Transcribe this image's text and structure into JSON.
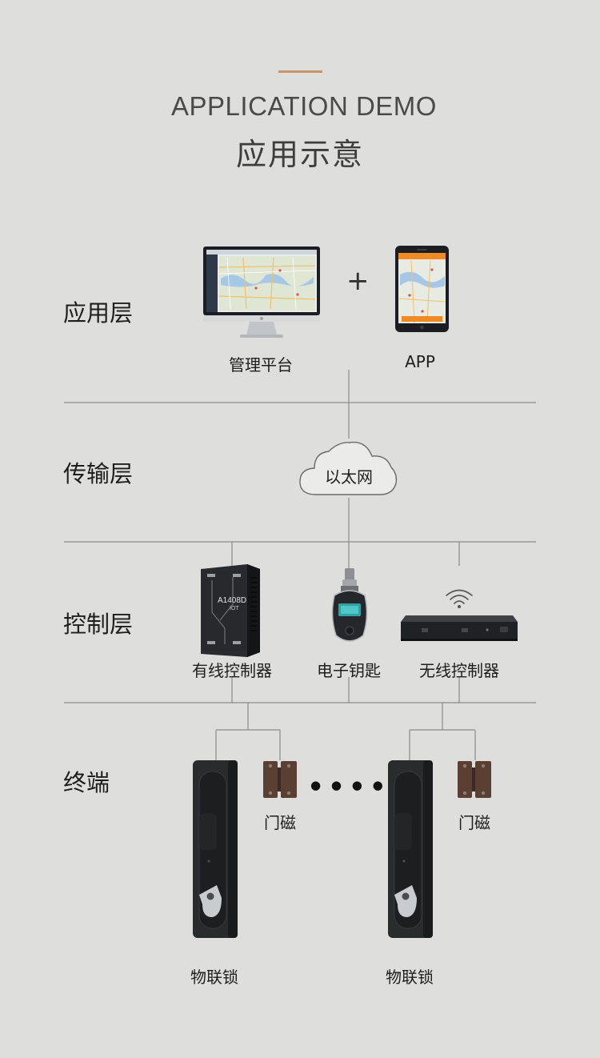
{
  "header": {
    "title_en": "APPLICATION DEMO",
    "title_cn": "应用示意",
    "accent_color": "#c8956a"
  },
  "layers": {
    "application": "应用层",
    "transport": "传输层",
    "control": "控制层",
    "terminal": "终端"
  },
  "application_layer": {
    "plus": "+",
    "platform_label": "管理平台",
    "app_label": "APP"
  },
  "transport_layer": {
    "cloud_label": "以太网"
  },
  "control_layer": {
    "wired_label": "有线控制器",
    "wired_device_text": "A1408D",
    "wired_device_subtext": "IOT",
    "ekey_label": "电子钥匙",
    "wireless_label": "无线控制器"
  },
  "terminal_layer": {
    "lock_label_left": "物联锁",
    "lock_label_right": "物联锁",
    "magnet_label_left": "门磁",
    "magnet_label_right": "门磁",
    "ellipsis": "● ● ● ●"
  }
}
